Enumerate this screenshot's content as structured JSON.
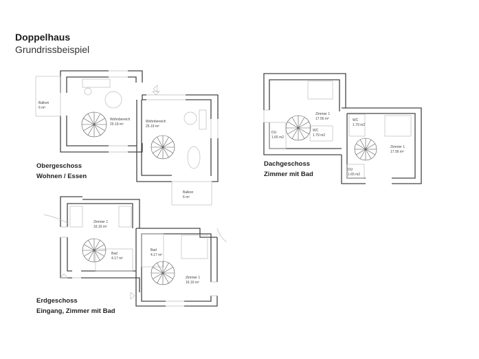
{
  "title": "Doppelhaus",
  "subtitle": "Grundrissbeispiel",
  "floors": [
    {
      "name": "Obergeschoss",
      "subtitle": "Wohnen / Essen",
      "rooms": [
        {
          "name": "Wohnbereich",
          "area": "25.19 m²"
        },
        {
          "name": "Balkon",
          "area": "6 m²"
        },
        {
          "name": "Wohnbereich",
          "area": "25.19 m²"
        },
        {
          "name": "Balkon",
          "area": "6 m²"
        }
      ]
    },
    {
      "name": "Dachgeschoss",
      "subtitle": "Zimmer mit Bad",
      "rooms": [
        {
          "name": "Zimmer 1",
          "area": "17.56 m²"
        },
        {
          "name": "DU",
          "area": "1.65 m2"
        },
        {
          "name": "WC",
          "area": "1.79 m2"
        },
        {
          "name": "WC",
          "area": "1.79 m2"
        },
        {
          "name": "Zimmer 1",
          "area": "17.56 m²"
        },
        {
          "name": "DU",
          "area": "1.65 m2"
        }
      ]
    },
    {
      "name": "Erdgeschoss",
      "subtitle": "Eingang, Zimmer mit Bad",
      "rooms": [
        {
          "name": "Zimmer 1",
          "area": "16.16 m²"
        },
        {
          "name": "Bad",
          "area": "4.17 m²"
        },
        {
          "name": "Bad",
          "area": "4.17 m²"
        },
        {
          "name": "Zimmer 1",
          "area": "16.16 m²"
        }
      ]
    }
  ]
}
